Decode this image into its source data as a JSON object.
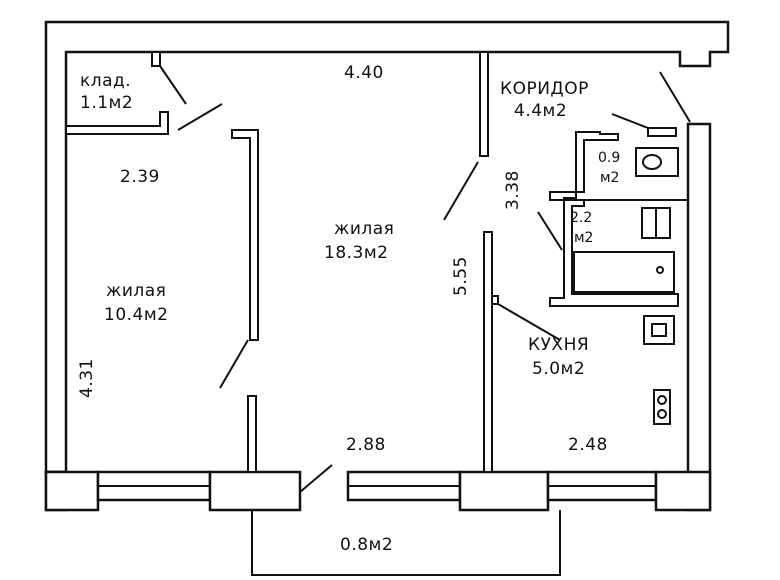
{
  "rooms": {
    "storage": {
      "name": "клад.",
      "area": "1.1м2"
    },
    "corridor": {
      "name": "КОРИДОР",
      "area": "4.4м2"
    },
    "living_big": {
      "name": "жилая",
      "area": "18.3м2"
    },
    "living_small": {
      "name": "жилая",
      "area": "10.4м2"
    },
    "kitchen": {
      "name": "КУХНЯ",
      "area": "5.0м2"
    },
    "toilet": {
      "area_num": "0.9",
      "area_unit": "м2"
    },
    "bath": {
      "area_num": "2.2",
      "area_unit": "м2"
    },
    "balcony": {
      "area": "0.8м2"
    }
  },
  "dimensions": {
    "top_width": "4.40",
    "storage_width": "2.39",
    "corridor_depth": "3.38",
    "living_depth": "5.55",
    "left_depth": "4.31",
    "bottom_width_mid": "2.88",
    "kitchen_width": "2.48"
  }
}
